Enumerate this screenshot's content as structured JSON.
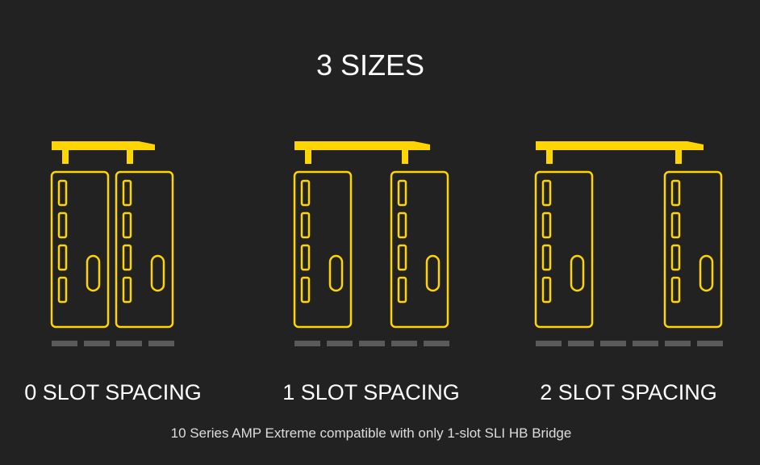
{
  "title": "3 SIZES",
  "colors": {
    "background": "#222222",
    "accent": "#ffd500",
    "slot": "#5a5a5a",
    "text": "#ffffff"
  },
  "options": [
    {
      "label": "0 SLOT SPACING",
      "slot_spacing": 0
    },
    {
      "label": "1 SLOT SPACING",
      "slot_spacing": 1
    },
    {
      "label": "2 SLOT SPACING",
      "slot_spacing": 2
    }
  ],
  "footnote": "10 Series AMP Extreme compatible with only 1-slot SLI HB Bridge"
}
